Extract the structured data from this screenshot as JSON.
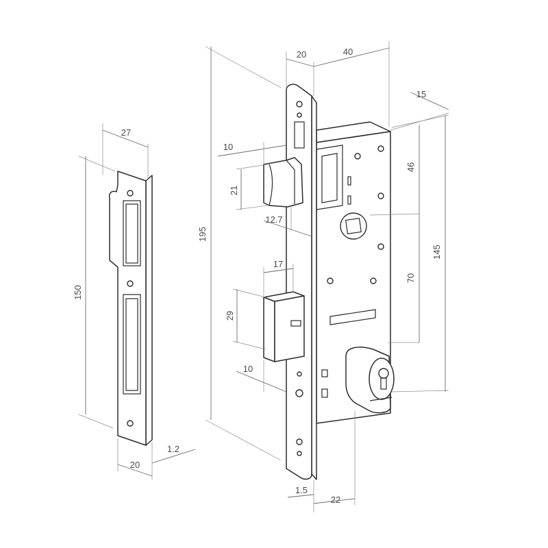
{
  "dimensions": {
    "strike_width": "27",
    "strike_height": "150",
    "strike_depth": "20",
    "strike_thickness": "1.2",
    "faceplate_width": "20",
    "backset": "40",
    "case_offset": "15",
    "total_height": "195",
    "latch_projection": "10",
    "latch_height": "21",
    "latch_depth": "12.7",
    "bolt_width": "17",
    "bolt_height": "29",
    "bolt_projection": "10",
    "upper_spacing": "46",
    "center_spacing": "70",
    "case_height": "145",
    "faceplate_thickness": "1.5",
    "cylinder_offset": "22"
  },
  "colors": {
    "line": "#2a2a2a",
    "dimension": "#6a6a6a",
    "text": "#4a4a4a"
  }
}
